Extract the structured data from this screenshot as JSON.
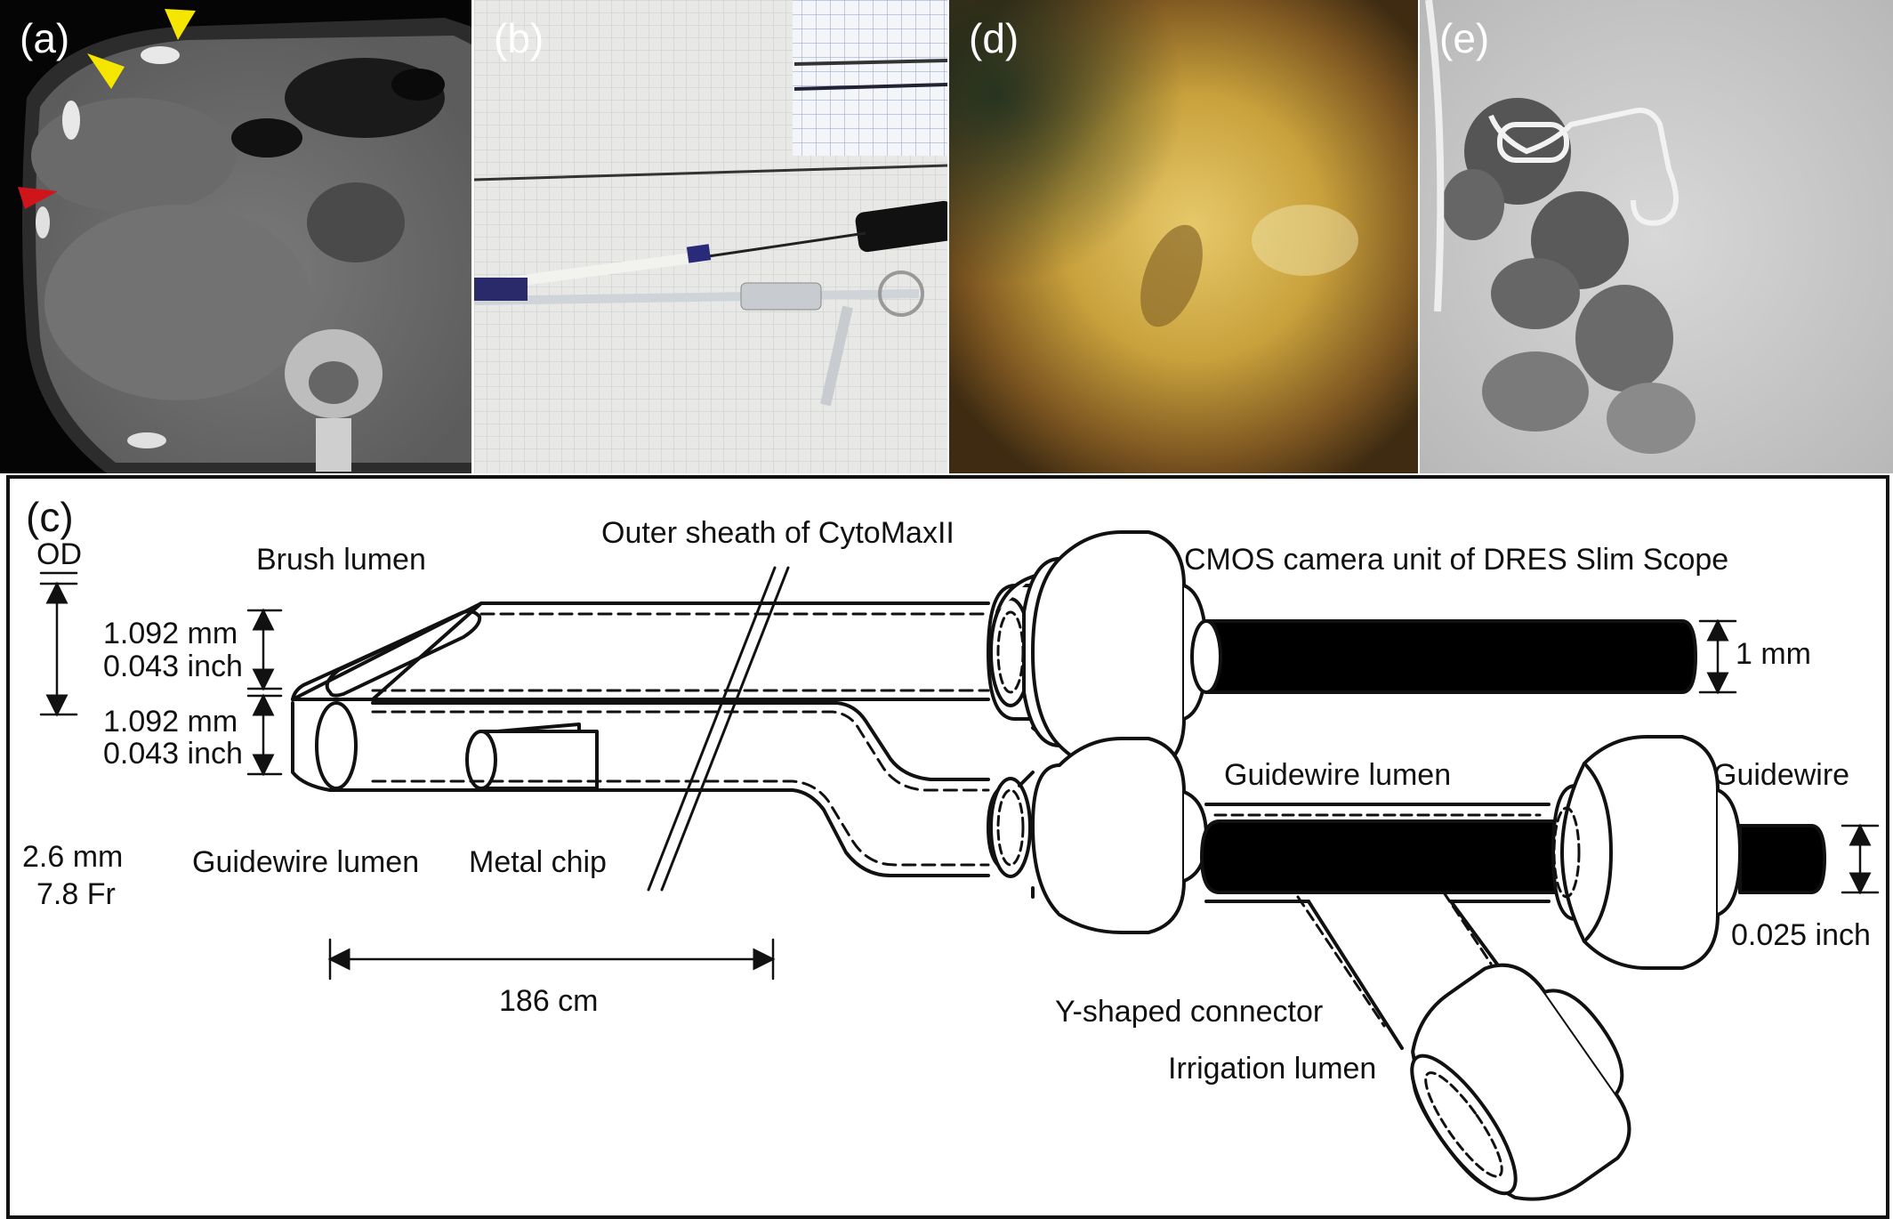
{
  "panels": {
    "a": "(a)",
    "b": "(b)",
    "c": "(c)",
    "d": "(d)",
    "e": "(e)"
  },
  "diagram": {
    "od": "OD",
    "brush_lumen": "Brush lumen",
    "outer_sheath": "Outer sheath of CytoMaxII",
    "cmos_camera": "CMOS camera unit of DRES Slim Scope",
    "dim1_mm": "1.092 mm",
    "dim1_inch": "0.043 inch",
    "dim2_mm": "1.092 mm",
    "dim2_inch": "0.043 inch",
    "camera_dim": "1 mm",
    "guidewire_lumen_top": "Guidewire lumen",
    "guidewire": "Guidewire",
    "od_mm": "2.6 mm",
    "od_fr": "7.8 Fr",
    "guidewire_lumen_left": "Guidewire lumen",
    "metal_chip": "Metal chip",
    "guidewire_dim": "0.025 inch",
    "length": "186 cm",
    "y_connector": "Y-shaped connector",
    "irrigation_lumen": "Irrigation lumen"
  },
  "colors": {
    "arrowhead_yellow": "#f5e600",
    "arrowhead_red": "#d0141c",
    "line": "#111111"
  }
}
